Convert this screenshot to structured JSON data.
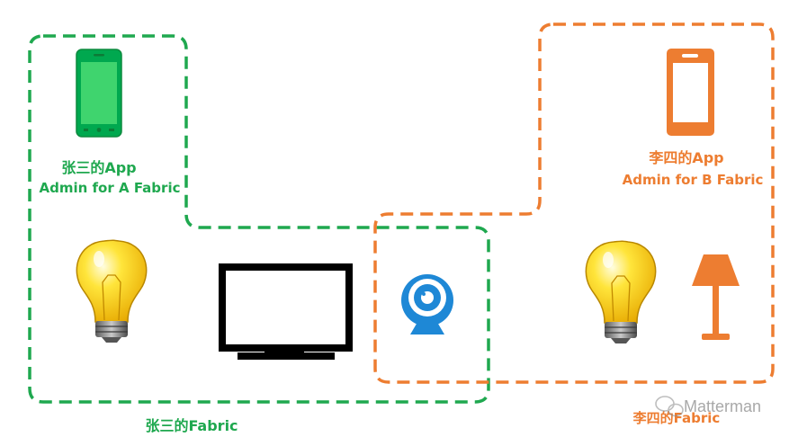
{
  "fabric_a": {
    "color": "#1fa84f",
    "app_label": "张三的App",
    "admin_label": "Admin for A Fabric",
    "fabric_label": "张三的Fabric"
  },
  "fabric_b": {
    "color": "#ed7d31",
    "app_label": "李四的App",
    "admin_label": "Admin for B Fabric",
    "fabric_label": "李四的Fabric"
  },
  "watermark": "Matterman",
  "devices": [
    "smartphone-icon",
    "lightbulb-icon",
    "tv-monitor-icon",
    "webcam-icon",
    "lightbulb-icon",
    "floor-lamp-icon"
  ]
}
